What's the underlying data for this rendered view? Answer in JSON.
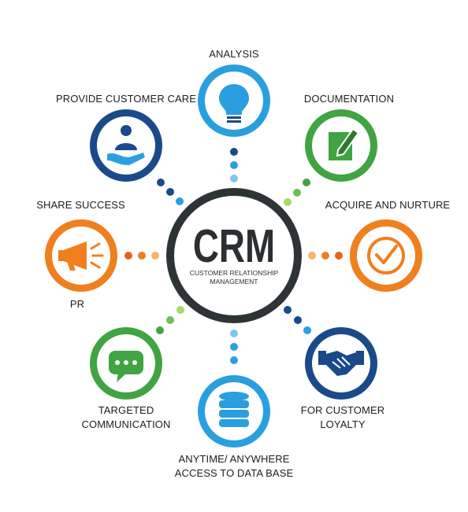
{
  "center": {
    "title": "CRM",
    "subtitle_line1": "CUSTOMER RELATIONSHIP",
    "subtitle_line2": "MANAGEMENT"
  },
  "nodes": {
    "analysis": {
      "label": "ANALYSIS",
      "color": "#2a9fe0",
      "icon": "lightbulb-icon"
    },
    "documentation": {
      "label": "DOCUMENTATION",
      "color": "#3fa441",
      "icon": "document-pen-icon"
    },
    "acquire": {
      "label": "ACQUIRE AND NURTURE",
      "color": "#f07f1e",
      "icon": "checkmark-icon"
    },
    "loyalty": {
      "label_line1": "FOR CUSTOMER",
      "label_line2": "LOYALTY",
      "color": "#1a4a8a",
      "icon": "handshake-icon"
    },
    "database": {
      "label_line1": "ANYTIME/ ANYWHERE",
      "label_line2": "ACCESS TO DATA BASE",
      "color": "#2a9fe0",
      "icon": "database-icon"
    },
    "communication": {
      "label_line1": "TARGETED",
      "label_line2": "COMMUNICATION",
      "color": "#3fa441",
      "icon": "chat-bubble-icon"
    },
    "pr": {
      "label_top": "SHARE SUCCESS",
      "label_bottom": "PR",
      "color": "#f07f1e",
      "icon": "megaphone-icon"
    },
    "care": {
      "label": "PROVIDE CUSTOMER CARE",
      "color": "#1a4a8a",
      "icon": "hand-person-icon"
    }
  }
}
